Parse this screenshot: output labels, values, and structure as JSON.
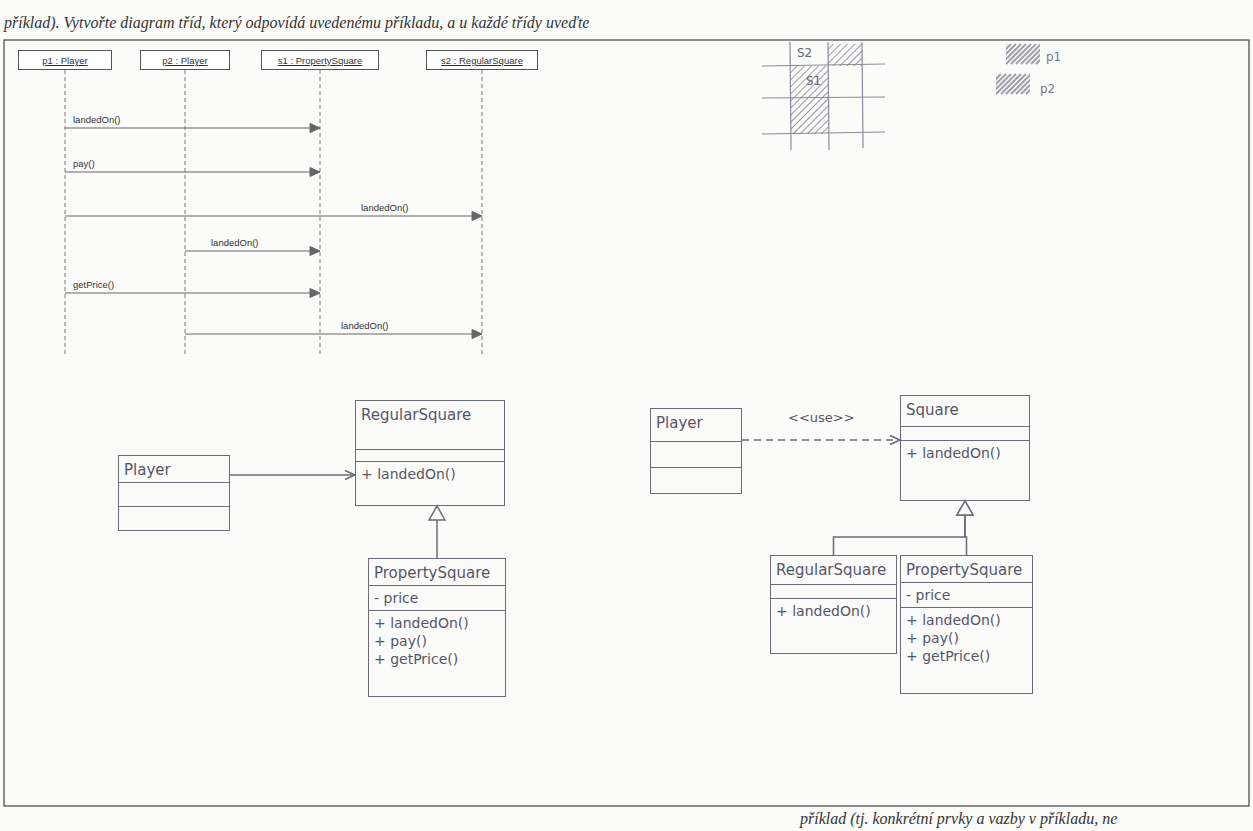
{
  "diagram": {
    "nodes": [
      {
        "text": [
          "p1 : Player"
        ]
      },
      {
        "text": [
          "p2 : Player"
        ]
      },
      {
        "text": [
          "s1 : PropertySquare"
        ]
      },
      {
        "text": [
          "s2 : RegularSquare"
        ]
      },
      {
        "text": [
          "Player"
        ]
      },
      {
        "text": [
          "RegularSquare",
          "+ landedOn()"
        ]
      },
      {
        "text": [
          "PropertySquare",
          "- price",
          "+ landedOn()",
          "+ pay()",
          "+ getPrice()"
        ]
      },
      {
        "text": [
          "Player"
        ]
      },
      {
        "text": [
          "Square",
          "+ landedOn()"
        ]
      },
      {
        "text": [
          "RegularSquare",
          "+ landedOn()"
        ]
      },
      {
        "text": [
          "PropertySquare",
          "- price",
          "+ landedOn()",
          "+ pay()",
          "+ getPrice()"
        ]
      }
    ],
    "edges": [
      {
        "from": 0,
        "to": 2,
        "arrow": "to",
        "label": "landedOn()"
      },
      {
        "from": 0,
        "to": 2,
        "arrow": "to",
        "label": "pay()"
      },
      {
        "from": 0,
        "to": 3,
        "arrow": "to",
        "label": "landedOn()"
      },
      {
        "from": 1,
        "to": 2,
        "arrow": "to",
        "label": "landedOn()"
      },
      {
        "from": 0,
        "to": 2,
        "arrow": "to",
        "label": "getPrice()"
      },
      {
        "from": 1,
        "to": 3,
        "arrow": "to",
        "label": "landedOn()"
      },
      {
        "from": 4,
        "to": 5,
        "arrow": "to"
      },
      {
        "from": 6,
        "to": 5,
        "arrow": "to"
      },
      {
        "from": 7,
        "to": 8,
        "arrow": "to",
        "label": "<<use>>"
      },
      {
        "from": 9,
        "to": 8,
        "arrow": "to"
      },
      {
        "from": 10,
        "to": 8,
        "arrow": "to"
      }
    ],
    "labels": [
      "příklad). Vytvořte diagram tříd, který odpovídá uvedenému příkladu, a u každé třídy uveďte",
      "příklad (tj. konkrétní prvky a vazby v příkladu, ne",
      "S2",
      "S1"
    ],
    "legend": [
      {
        "text": "p1"
      },
      {
        "text": "p2"
      }
    ]
  }
}
